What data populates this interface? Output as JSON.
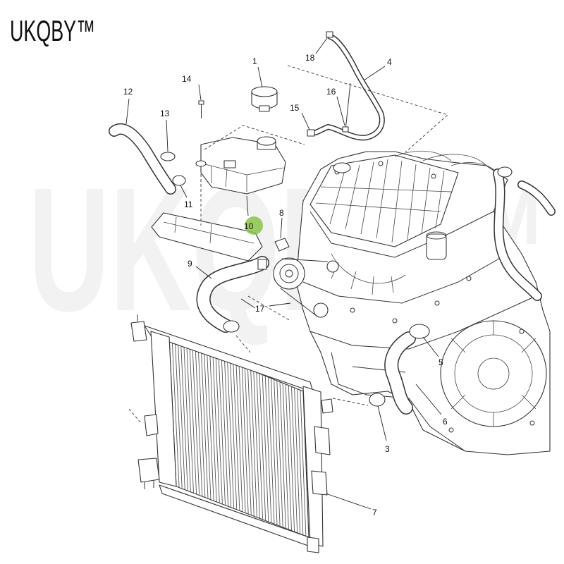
{
  "brand": "UKQBY™",
  "watermark": "UKQBY™",
  "callouts": [
    "1",
    "3",
    "4",
    "5",
    "6",
    "7",
    "8",
    "9",
    "10",
    "11",
    "12",
    "13",
    "14",
    "15",
    "16",
    "17",
    "18"
  ],
  "colors": {
    "highlight": "#8bc34a",
    "line": "#333333"
  }
}
